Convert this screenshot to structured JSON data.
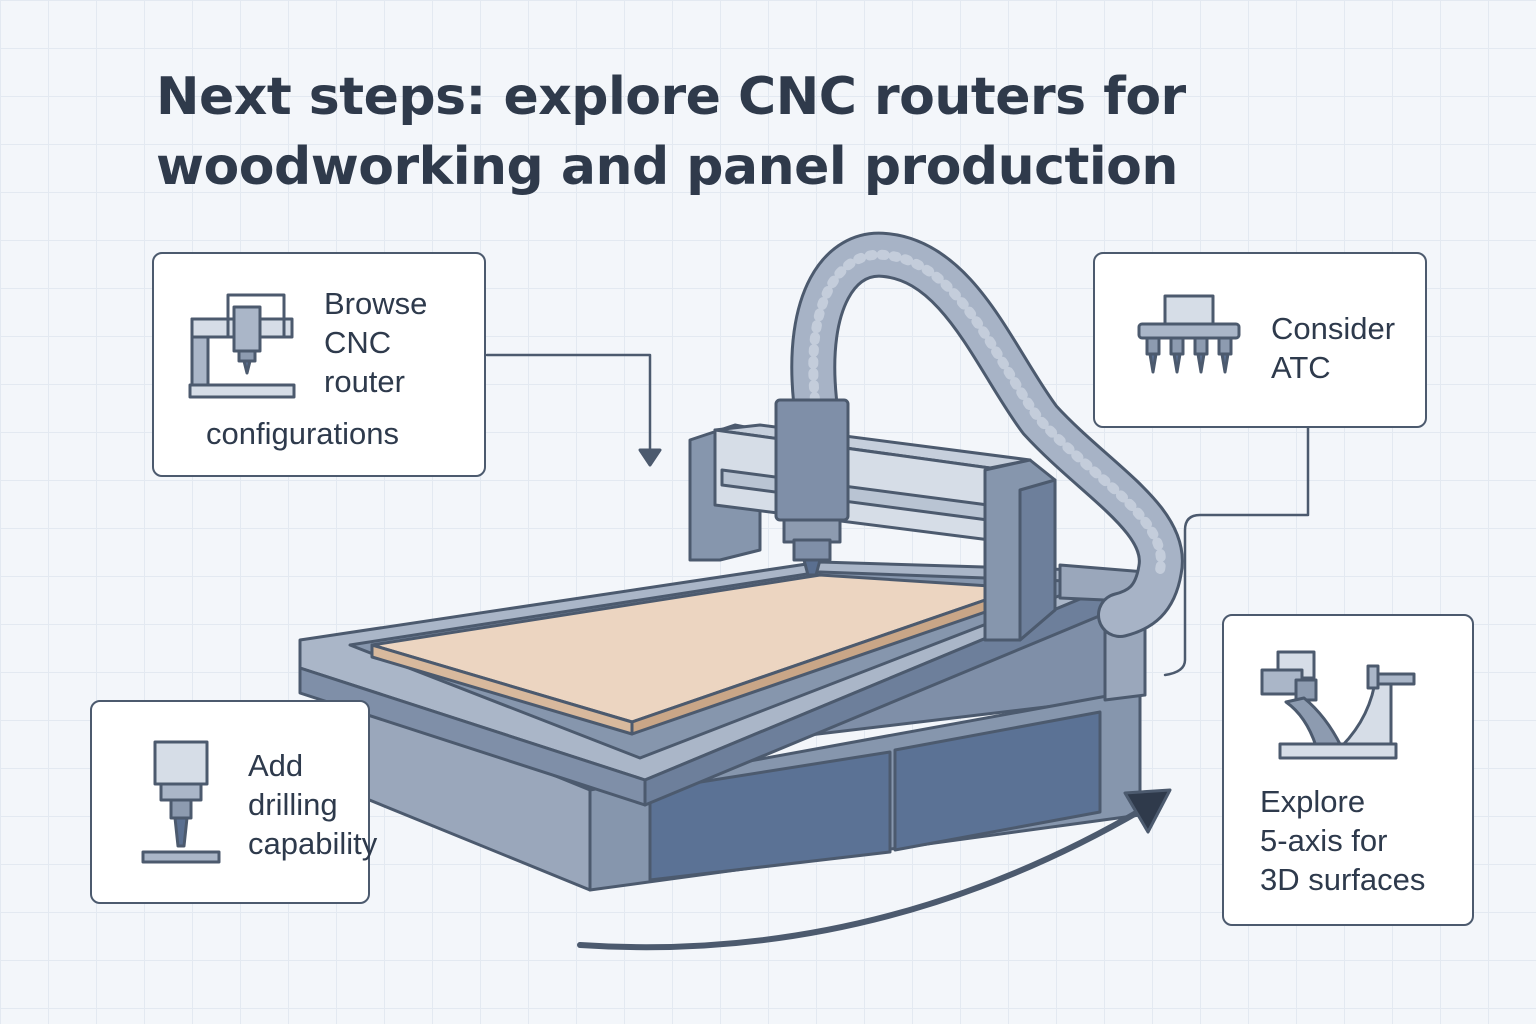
{
  "title": {
    "line1": "Next steps: explore CNC routers for",
    "line2": "woodworking and panel production"
  },
  "steps": {
    "browse": {
      "lines": [
        "Browse",
        "CNC",
        "router",
        "configurations"
      ],
      "icon": "gantry-router-icon"
    },
    "atc": {
      "lines": [
        "Consider",
        "ATC"
      ],
      "icon": "tool-changer-icon"
    },
    "drilling": {
      "lines": [
        "Add",
        "drilling",
        "capability"
      ],
      "icon": "drill-spindle-icon"
    },
    "five_axis": {
      "lines": [
        "Explore",
        "5-axis for",
        "3D surfaces"
      ],
      "icon": "five-axis-head-icon"
    }
  },
  "colors": {
    "outline": "#4c5a6e",
    "machine": "#8d9bb0",
    "machine_dark": "#5a6f90",
    "panel": "#ecd5c1",
    "background": "#f3f6fa"
  }
}
